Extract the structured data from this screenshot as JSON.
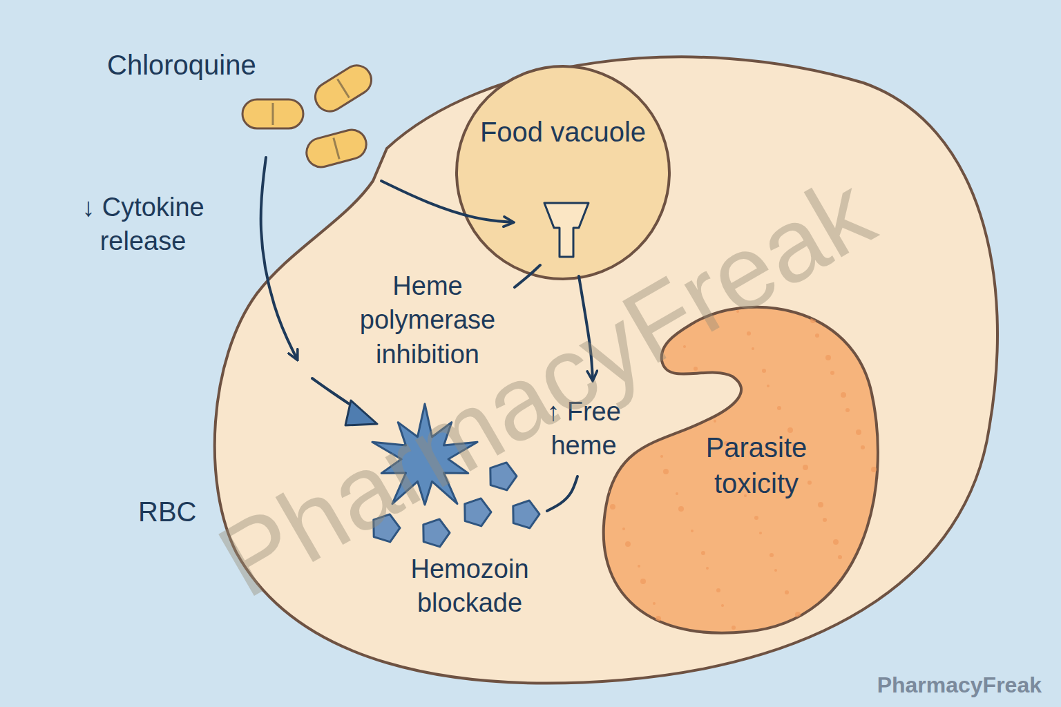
{
  "diagram": {
    "nodes": [
      {
        "text": [
          "RBC"
        ]
      },
      {
        "text": [
          "Food vacuole"
        ],
        "in": 0
      },
      {
        "text": [
          "Parasite toxicity"
        ],
        "in": 0
      }
    ],
    "labels": [
      "Chloroquine",
      "↓ Cytokine release",
      "Heme polymerase inhibition",
      "↑ Free heme",
      "Hemozoin blockade",
      "PharmacyFreak",
      "PharmacyFreak"
    ]
  }
}
